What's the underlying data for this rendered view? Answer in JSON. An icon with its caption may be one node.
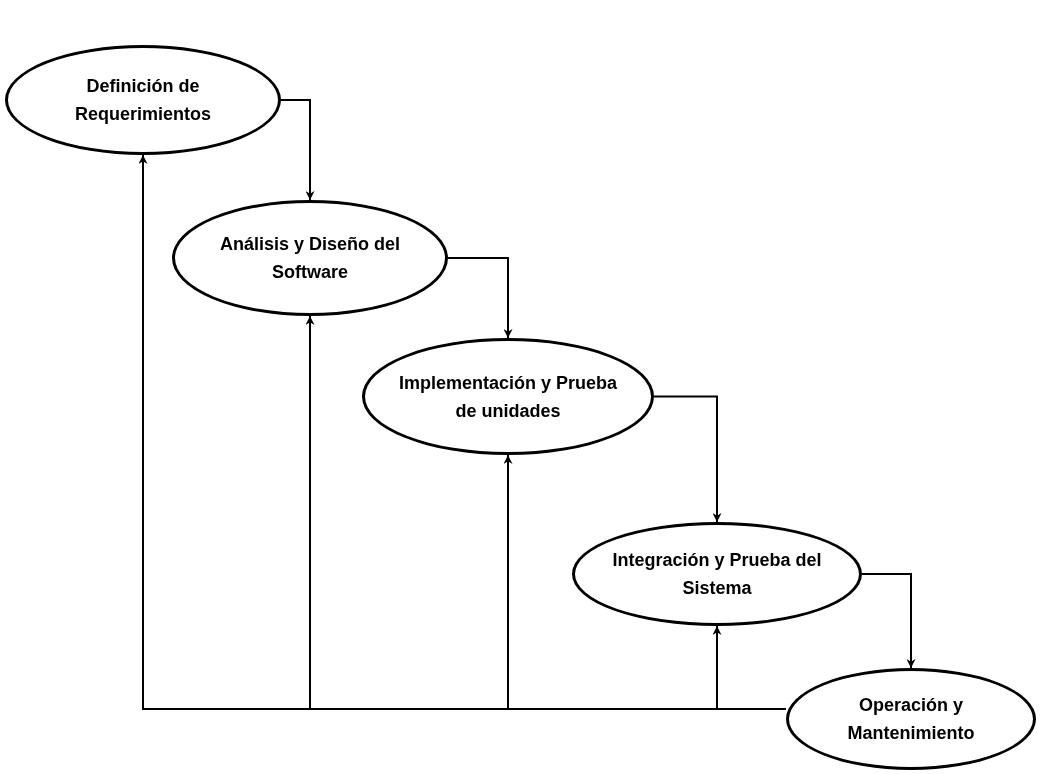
{
  "diagram": {
    "nodes": [
      {
        "text": [
          "Definición de Requerimientos"
        ]
      },
      {
        "text": [
          "Análisis y Diseño del Software"
        ]
      },
      {
        "text": [
          "Implementación y Prueba de unidades"
        ]
      },
      {
        "text": [
          "Integración y Prueba del Sistema"
        ]
      },
      {
        "text": [
          "Operación y Mantenimiento"
        ]
      }
    ],
    "edges": [
      {
        "from": 0,
        "to": 1,
        "arrow": "to"
      },
      {
        "from": 1,
        "to": 2,
        "arrow": "to"
      },
      {
        "from": 2,
        "to": 3,
        "arrow": "to"
      },
      {
        "from": 3,
        "to": 4,
        "arrow": "to"
      },
      {
        "from": 4,
        "to": 0,
        "arrow": "to"
      },
      {
        "from": 4,
        "to": 1,
        "arrow": "to"
      },
      {
        "from": 4,
        "to": 2,
        "arrow": "to"
      },
      {
        "from": 4,
        "to": 3,
        "arrow": "to"
      }
    ]
  }
}
